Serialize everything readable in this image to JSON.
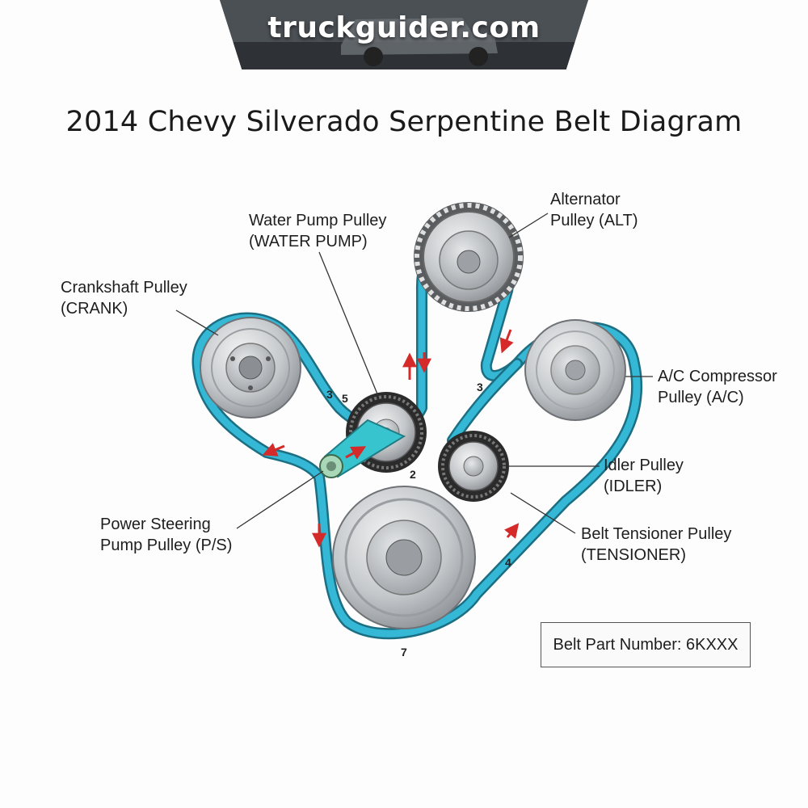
{
  "banner": {
    "site": "truckguider.com"
  },
  "title": "2014 Chevy Silverado Serpentine Belt Diagram",
  "labels": {
    "alternator": [
      "Alternator",
      "Pulley (ALT)"
    ],
    "water_pump": [
      "Water Pump Pulley",
      "(WATER PUMP)"
    ],
    "crankshaft": [
      "Crankshaft Pulley",
      "(CRANK)"
    ],
    "ac": [
      "A/C Compressor",
      "Pulley (A/C)"
    ],
    "idler": [
      "Idler Pulley",
      "(IDLER)"
    ],
    "tensioner": [
      "Belt Tensioner Pulley",
      "(TENSIONER)"
    ],
    "power_steering": [
      "Power Steering",
      "Pump Pulley (P/S)"
    ]
  },
  "belt_numbers": [
    "3",
    "5",
    "2",
    "3",
    "4",
    "7"
  ],
  "part_number": "Belt Part Number: 6KXXX",
  "colors": {
    "belt": "#35b8d6",
    "arrow": "#d42a2a",
    "pulley": "#c9ccce"
  }
}
